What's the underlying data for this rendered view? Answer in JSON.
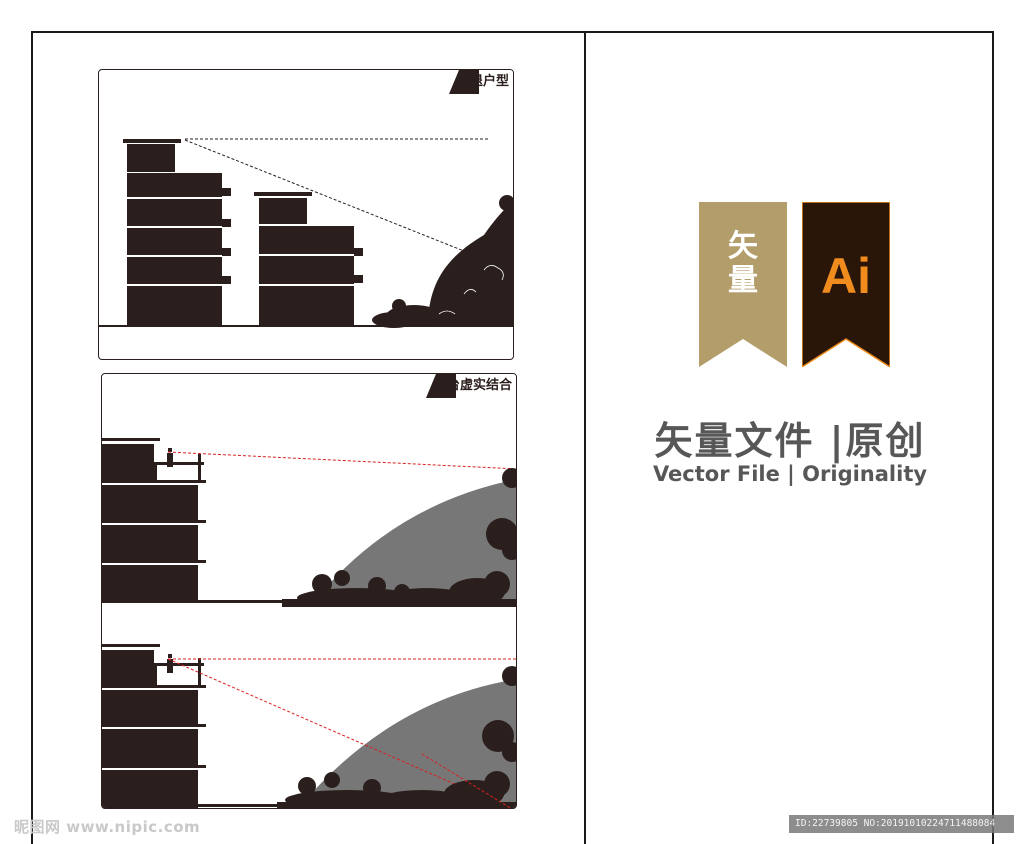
{
  "panels": {
    "top": {
      "tag": "顶退户型"
    },
    "bottom": {
      "tag": "露台虚实结合"
    }
  },
  "badges": {
    "vector": {
      "text": "矢量",
      "color": "#b39e6b",
      "text_color": "#ffffff"
    },
    "ai": {
      "text": "Ai",
      "color": "#2a1608",
      "text_color": "#f08c1e"
    }
  },
  "brand": {
    "title": "矢量文件 |原创",
    "subtitle": "Vector File | Originality"
  },
  "watermark": {
    "site": "昵图网 www.nipic.com",
    "id": "ID:22739805 NO:20191010224711488084"
  },
  "colors": {
    "building": "#2a1f1c",
    "slope_gray": "#777777",
    "sightline_red": "#d92020"
  }
}
